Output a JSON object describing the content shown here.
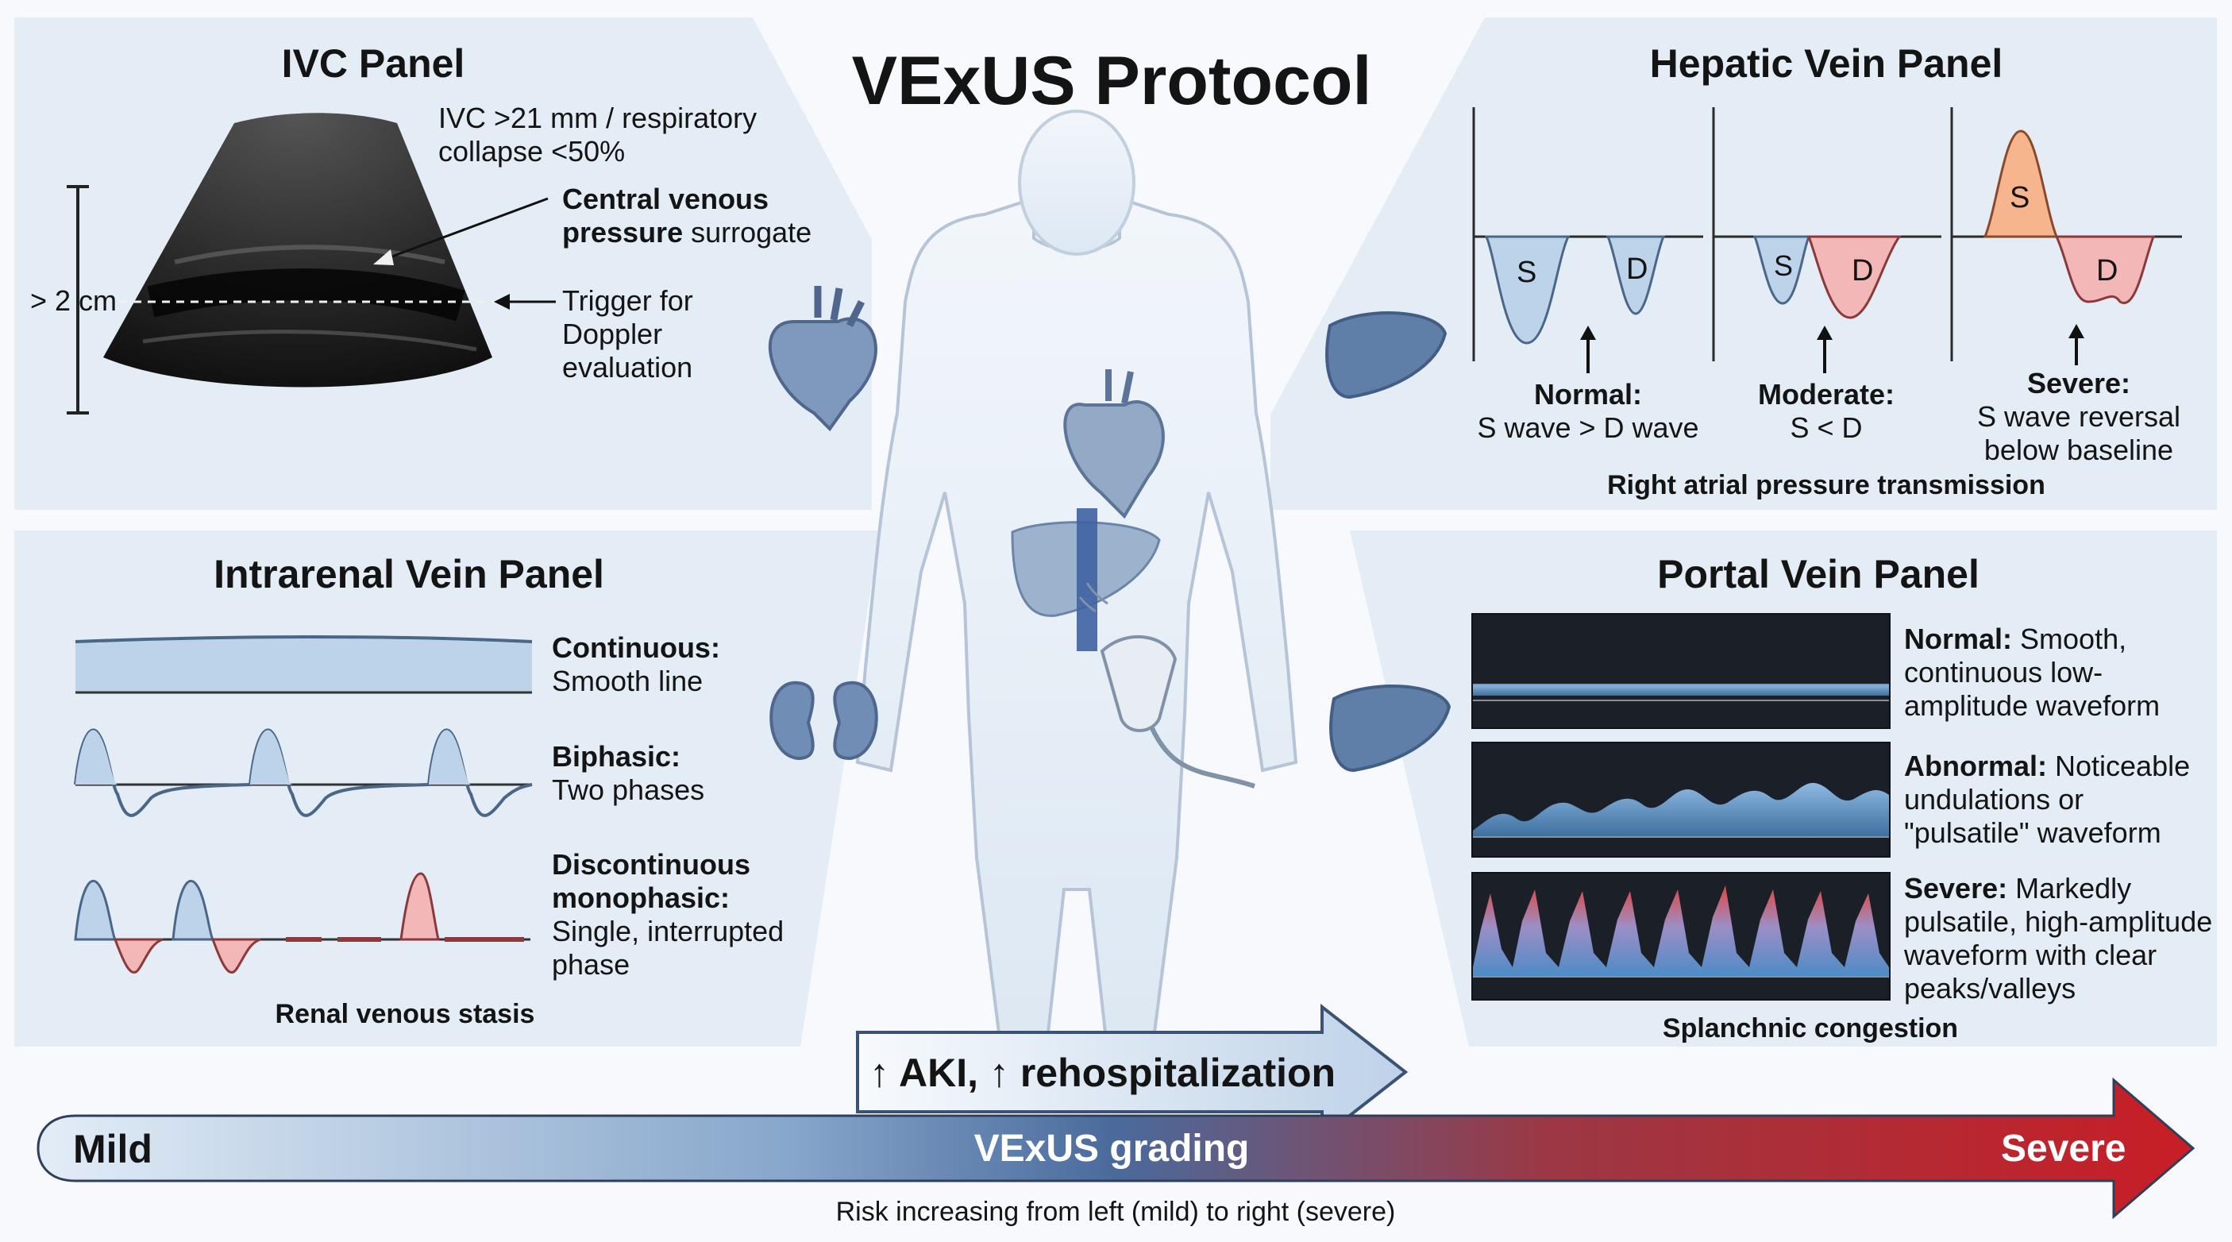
{
  "header": {
    "title": "VExUS Protocol"
  },
  "ivc": {
    "title": "IVC Panel",
    "criteria": [
      "IVC >21 mm / respiratory",
      "collapse <50%"
    ],
    "surrogate_bold1": "Central venous",
    "surrogate_bold2": "pressure",
    "surrogate_rest": " surrogate",
    "trigger": [
      "Trigger for",
      "Doppler",
      "evaluation"
    ],
    "measure": "> 2 cm"
  },
  "hepatic": {
    "title": "Hepatic Vein Panel",
    "wave_s": "S",
    "wave_d": "D",
    "normal_label": "Normal:",
    "normal_desc": "S wave > D wave",
    "moderate_label": "Moderate:",
    "moderate_desc": "S < D",
    "severe_label": "Severe:",
    "severe_desc": [
      "S wave reversal",
      "below baseline"
    ],
    "footer": "Right atrial pressure transmission"
  },
  "intrarenal": {
    "title": "Intrarenal Vein Panel",
    "continuous_label": "Continuous:",
    "continuous_desc": "Smooth line",
    "biphasic_label": "Biphasic:",
    "biphasic_desc": "Two phases",
    "discontinuous_label": [
      "Discontinuous",
      "monophasic:"
    ],
    "discontinuous_desc": [
      "Single, interrupted",
      "phase"
    ],
    "footer": "Renal venous stasis"
  },
  "portal": {
    "title": "Portal Vein Panel",
    "normal_label": "Normal:",
    "normal_desc": [
      " Smooth,",
      "continuous low-",
      "amplitude waveform"
    ],
    "abnormal_label": "Abnormal:",
    "abnormal_desc": [
      " Noticeable",
      "undulations or",
      "\"pulsatile\" waveform"
    ],
    "severe_label": "Severe:",
    "severe_desc": [
      " Markedly",
      "pulsatile, high-amplitude",
      "waveform with clear",
      "peaks/valleys"
    ],
    "footer": "Splanchnic congestion"
  },
  "outcome": {
    "text": "↑ AKI, ↑ rehospitalization"
  },
  "grading": {
    "mild": "Mild",
    "center": "VExUS grading",
    "severe": "Severe",
    "caption": "Risk increasing from left (mild) to right (severe)"
  },
  "colors": {
    "panel": "#e4ecf5",
    "blue_fill": "#bcd3ea",
    "red_fill": "#f3b7b7",
    "orange_fill": "#f6b58c",
    "grade_mild": "#dce8f4",
    "grade_severe": "#c21f27",
    "organ": "#5f7fa8"
  }
}
